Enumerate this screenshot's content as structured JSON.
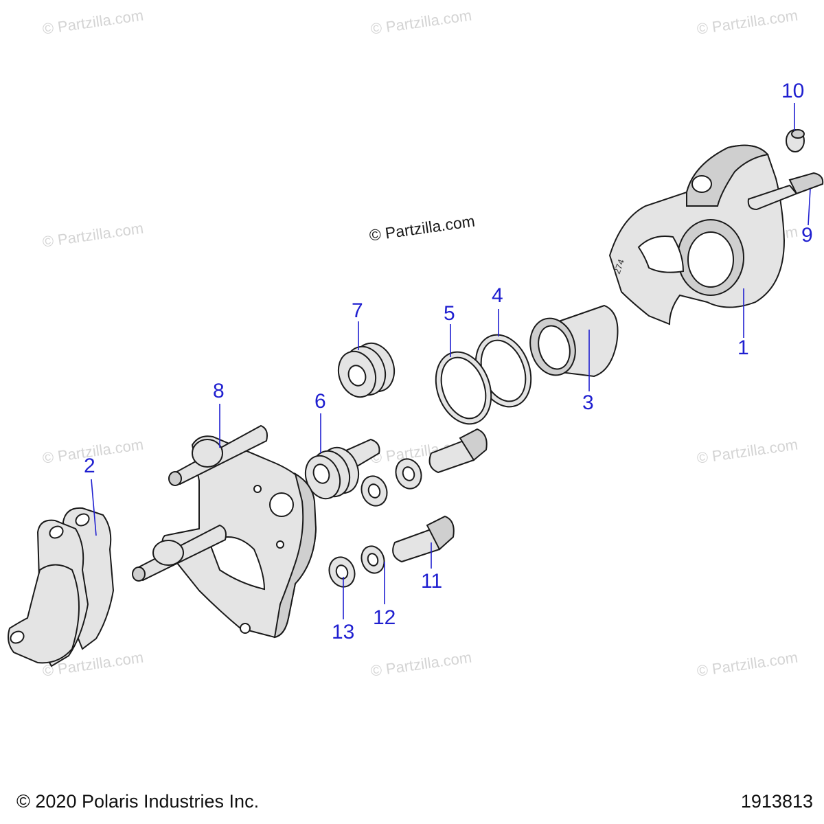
{
  "watermark": {
    "text": "© Partzilla.com",
    "center_text": "© Partzilla.com"
  },
  "callouts": [
    {
      "id": "1",
      "label": "1"
    },
    {
      "id": "2",
      "label": "2"
    },
    {
      "id": "3",
      "label": "3"
    },
    {
      "id": "4",
      "label": "4"
    },
    {
      "id": "5",
      "label": "5"
    },
    {
      "id": "6",
      "label": "6"
    },
    {
      "id": "7",
      "label": "7"
    },
    {
      "id": "8",
      "label": "8"
    },
    {
      "id": "9",
      "label": "9"
    },
    {
      "id": "10",
      "label": "10"
    },
    {
      "id": "11",
      "label": "11"
    },
    {
      "id": "12",
      "label": "12"
    },
    {
      "id": "13",
      "label": "13"
    }
  ],
  "part_marking": "274",
  "footer": {
    "copyright": "© 2020 Polaris Industries Inc.",
    "diagram_number": "1913813"
  },
  "colors": {
    "callout": "#1f1fd0",
    "watermark": "#d4d4d4",
    "part_fill": "#e4e4e4",
    "outline": "#1a1a1a"
  }
}
